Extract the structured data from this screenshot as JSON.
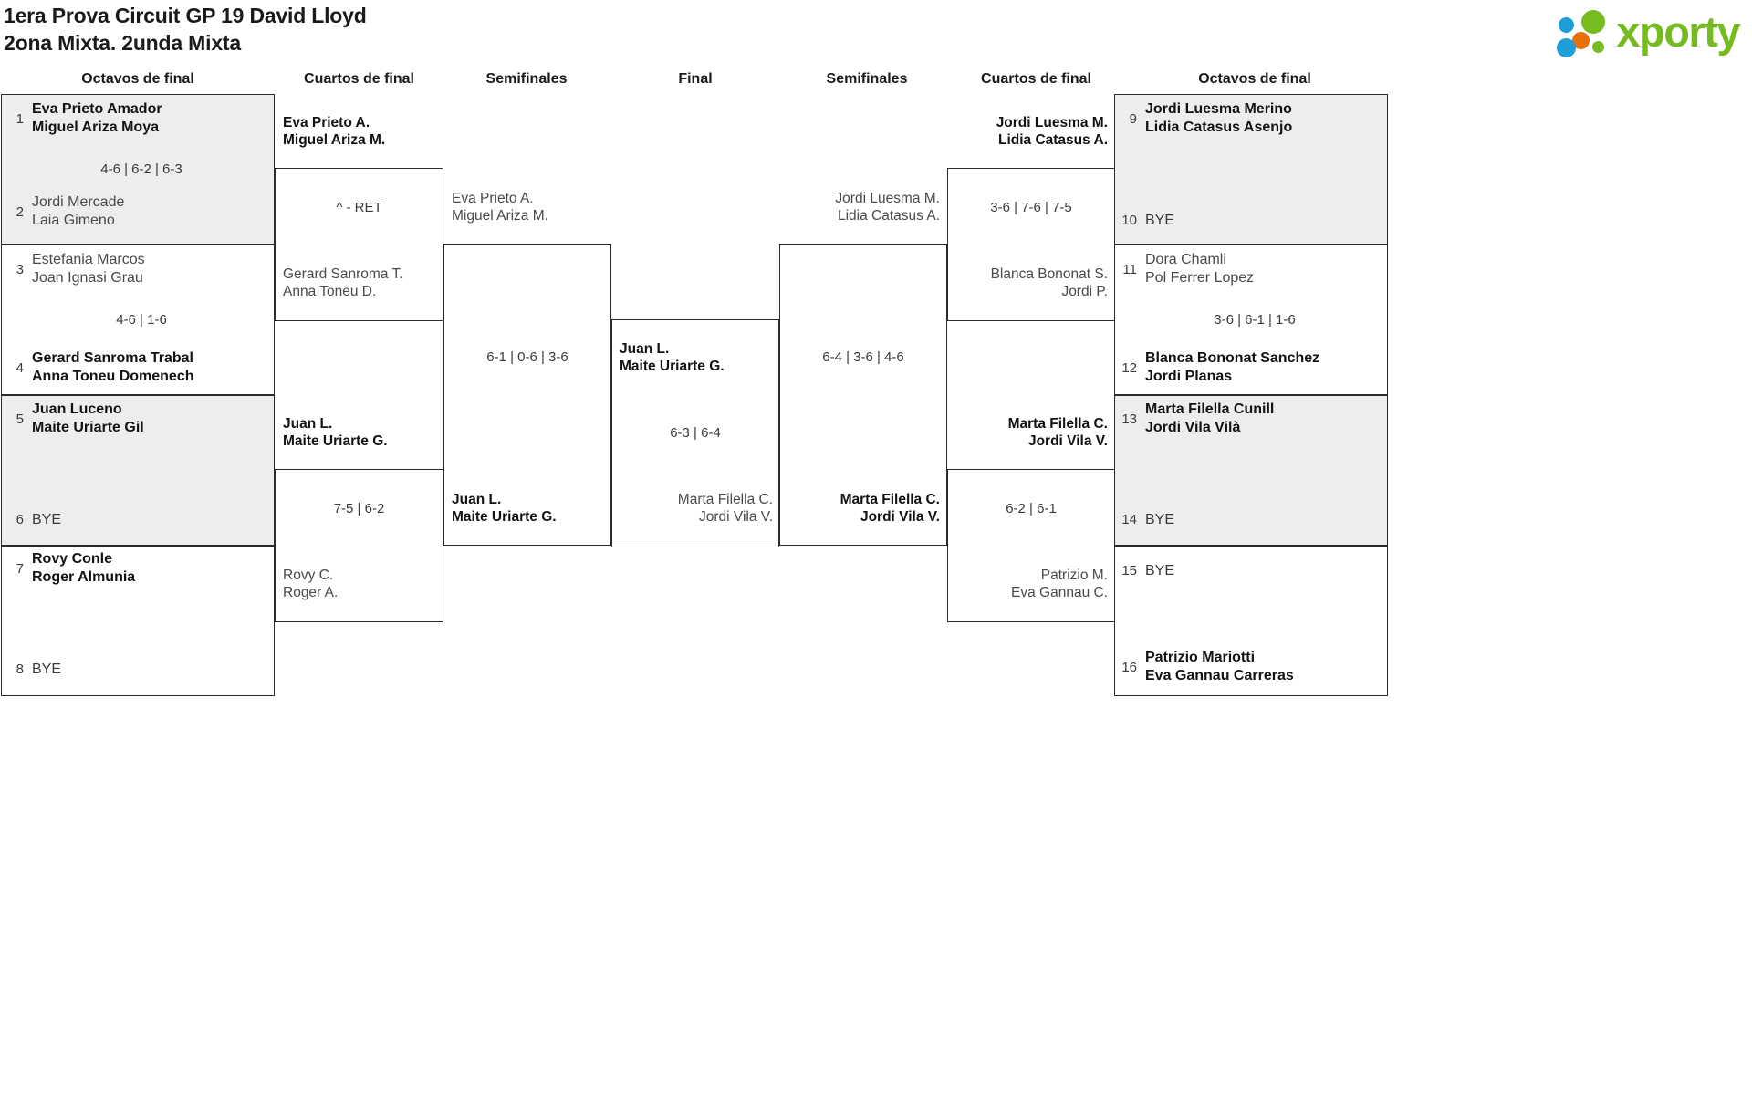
{
  "header": {
    "title_line1": "1era Prova Circuit GP 19 David Lloyd",
    "title_line2": "2ona Mixta. 2unda Mixta",
    "logo_text": "xporty",
    "logo_colors": {
      "green": "#76bc21",
      "blue": "#1e9fd8",
      "orange": "#e8700a"
    }
  },
  "round_labels": {
    "octavos_left": "Octavos de final",
    "cuartos_left": "Cuartos de final",
    "semis_left": "Semifinales",
    "final": "Final",
    "semis_right": "Semifinales",
    "cuartos_right": "Cuartos de final",
    "octavos_right": "Octavos de final"
  },
  "labels": {
    "bye": "BYE"
  },
  "left_octavos": [
    {
      "seed": "1",
      "p1": "Eva Prieto Amador",
      "p2": "Miguel Ariza Moya",
      "result": "winner",
      "bye": false
    },
    {
      "seed": "2",
      "p1": "Jordi Mercade",
      "p2": "Laia Gimeno",
      "result": "loser",
      "bye": false
    },
    {
      "seed": "3",
      "p1": "Estefania Marcos",
      "p2": "Joan Ignasi Grau",
      "result": "loser",
      "bye": false
    },
    {
      "seed": "4",
      "p1": "Gerard Sanroma Trabal",
      "p2": "Anna Toneu Domenech",
      "result": "winner",
      "bye": false
    },
    {
      "seed": "5",
      "p1": "Juan Luceno",
      "p2": "Maite Uriarte Gil",
      "result": "winner",
      "bye": false
    },
    {
      "seed": "6",
      "p1": "BYE",
      "p2": "",
      "result": "loser",
      "bye": true
    },
    {
      "seed": "7",
      "p1": "Rovy Conle",
      "p2": "Roger Almunia",
      "result": "winner",
      "bye": false
    },
    {
      "seed": "8",
      "p1": "BYE",
      "p2": "",
      "result": "loser",
      "bye": true
    }
  ],
  "right_octavos": [
    {
      "seed": "9",
      "p1": "Jordi Luesma Merino",
      "p2": "Lidia Catasus Asenjo",
      "result": "winner",
      "bye": false
    },
    {
      "seed": "10",
      "p1": "BYE",
      "p2": "",
      "result": "loser",
      "bye": true
    },
    {
      "seed": "11",
      "p1": "Dora Chamli",
      "p2": "Pol Ferrer Lopez",
      "result": "loser",
      "bye": false
    },
    {
      "seed": "12",
      "p1": "Blanca Bononat Sanchez",
      "p2": "Jordi Planas",
      "result": "winner",
      "bye": false
    },
    {
      "seed": "13",
      "p1": "Marta Filella Cunill",
      "p2": "Jordi Vila Vilà",
      "result": "winner",
      "bye": false
    },
    {
      "seed": "14",
      "p1": "BYE",
      "p2": "",
      "result": "loser",
      "bye": true
    },
    {
      "seed": "15",
      "p1": "BYE",
      "p2": "",
      "result": "loser",
      "bye": true
    },
    {
      "seed": "16",
      "p1": "Patrizio Mariotti",
      "p2": "Eva Gannau Carreras",
      "result": "winner",
      "bye": false
    }
  ],
  "octavos_scores_left": [
    "4-6 | 6-2 | 6-3",
    "4-6 | 1-6",
    "",
    ""
  ],
  "octavos_scores_right": [
    "",
    "3-6 | 6-1 | 1-6",
    "",
    ""
  ],
  "left_cuartos": [
    {
      "p1": "Eva Prieto A.",
      "p2": "Miguel Ariza M.",
      "result": "winner"
    },
    {
      "p1": "Gerard Sanroma T.",
      "p2": "Anna Toneu D.",
      "result": "loser"
    },
    {
      "p1": "Juan L.",
      "p2": "Maite Uriarte G.",
      "result": "winner"
    },
    {
      "p1": "Rovy C.",
      "p2": "Roger A.",
      "result": "loser"
    }
  ],
  "left_cuartos_scores": [
    "^ - RET",
    "7-5 | 6-2"
  ],
  "right_cuartos": [
    {
      "p1": "Jordi Luesma M.",
      "p2": "Lidia Catasus A.",
      "result": "winner"
    },
    {
      "p1": "Blanca Bononat S.",
      "p2": "Jordi P.",
      "result": "loser"
    },
    {
      "p1": "Marta Filella C.",
      "p2": "Jordi Vila V.",
      "result": "winner"
    },
    {
      "p1": "Patrizio M.",
      "p2": "Eva Gannau C.",
      "result": "loser"
    }
  ],
  "right_cuartos_scores": [
    "3-6 | 7-6 | 7-5",
    "6-2 | 6-1"
  ],
  "left_semis": [
    {
      "p1": "Eva Prieto A.",
      "p2": "Miguel Ariza M.",
      "result": "loser"
    },
    {
      "p1": "Juan L.",
      "p2": "Maite Uriarte G.",
      "result": "winner"
    }
  ],
  "left_semis_score": "6-1 | 0-6 | 3-6",
  "right_semis": [
    {
      "p1": "Jordi Luesma M.",
      "p2": "Lidia Catasus A.",
      "result": "loser"
    },
    {
      "p1": "Marta Filella C.",
      "p2": "Jordi Vila V.",
      "result": "winner"
    }
  ],
  "right_semis_score": "6-4 | 3-6 | 4-6",
  "final": [
    {
      "p1": "Juan L.",
      "p2": "Maite Uriarte G.",
      "result": "winner"
    },
    {
      "p1": "Marta Filella C.",
      "p2": "Jordi Vila V.",
      "result": "loser"
    }
  ],
  "final_score": "6-3 | 6-4"
}
